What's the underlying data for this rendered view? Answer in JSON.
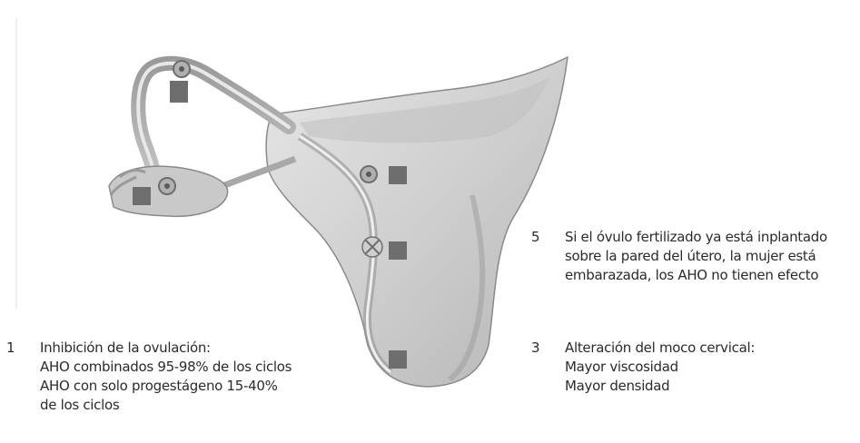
{
  "annotations": [
    {
      "number": "1",
      "lines": [
        "Inhibición de la ovulación:",
        "AHO combinados 95-98% de los ciclos",
        "AHO con solo progestágeno 15-40%",
        "de los ciclos"
      ]
    },
    {
      "number": "3",
      "lines": [
        "Alteración del moco cervical:",
        "Mayor viscosidad",
        "Mayor densidad"
      ]
    },
    {
      "number": "5",
      "lines": [
        "Si el óvulo fertilizado ya está inplantado",
        "sobre la pared del útero, la mujer está",
        "embarazada, los AHO no tienen efecto"
      ]
    }
  ],
  "colors": {
    "tissue_light": "#d9d9d9",
    "tissue_mid": "#b3b3b3",
    "tissue_dark": "#7d7d7d",
    "marker": "#6e6e6e",
    "text": "#2b2b2b"
  }
}
